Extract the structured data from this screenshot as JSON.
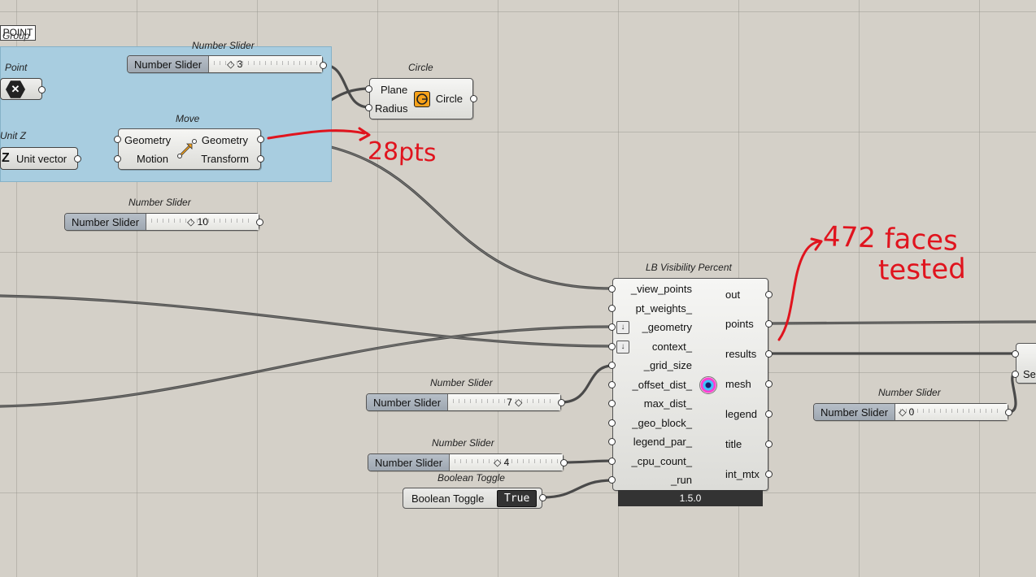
{
  "group": {
    "tag": "POINT",
    "name": "Group"
  },
  "slider_top": {
    "title": "Number Slider",
    "label": "Number Slider",
    "value": "3"
  },
  "point": {
    "title": "Point",
    "icon": "x-hexagon-icon"
  },
  "unit_z": {
    "title": "Unit Z",
    "label": "Unit vector",
    "prefix": "Z"
  },
  "move": {
    "title": "Move",
    "inputs": [
      "Geometry",
      "Motion"
    ],
    "outputs": [
      "Geometry",
      "Transform"
    ]
  },
  "circle": {
    "title": "Circle",
    "inputs": [
      "Plane",
      "Radius"
    ],
    "outputs": [
      "Circle"
    ]
  },
  "slider_mid": {
    "title": "Number Slider",
    "label": "Number Slider",
    "value": "10"
  },
  "lb": {
    "title": "LB Visibility Percent",
    "inputs": [
      "_view_points",
      "pt_weights_",
      "_geometry",
      "context_",
      "_grid_size",
      "_offset_dist_",
      "max_dist_",
      "_geo_block_",
      "legend_par_",
      "_cpu_count_",
      "_run"
    ],
    "outputs": [
      "out",
      "points",
      "results",
      "mesh",
      "legend",
      "title",
      "int_mtx"
    ],
    "version": "1.5.0"
  },
  "slider_offset": {
    "title": "Number Slider",
    "label": "Number Slider",
    "value": "7"
  },
  "slider_cpu": {
    "title": "Number Slider",
    "label": "Number Slider",
    "value": "4"
  },
  "toggle": {
    "title": "Boolean Toggle",
    "label": "Boolean Toggle",
    "value": "True"
  },
  "slider_right": {
    "title": "Number Slider",
    "label": "Number Slider",
    "value": "0"
  },
  "right_comp": {
    "label": "Sec"
  },
  "annotations": {
    "pts": "28pts",
    "faces_line1": "472 faces",
    "faces_line2": "tested"
  },
  "colors": {
    "canvas": "#d4d0c8",
    "group": "#a8cde0",
    "ink": "#e0141e",
    "wire": "#555555"
  }
}
